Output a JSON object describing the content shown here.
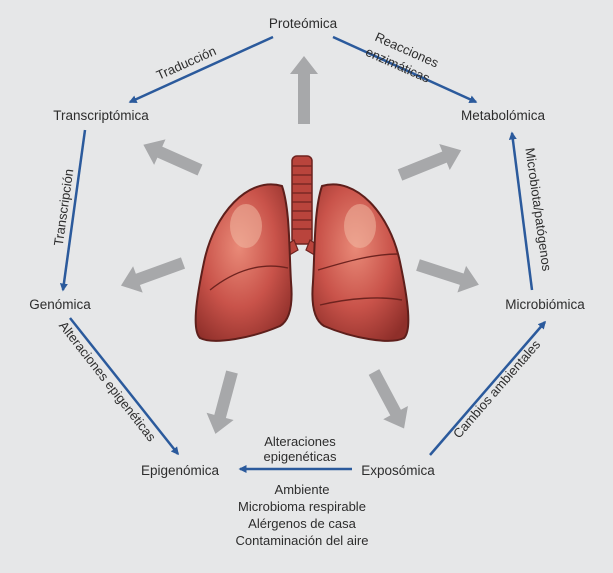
{
  "colors": {
    "background": "#e6e7e8",
    "edge": "#2b5a9c",
    "radial_arrow": "#a7a8aa",
    "lung_fill": "#c9534a",
    "lung_shade": "#8f2f2a",
    "lung_highlight": "#f0b8a2",
    "trachea": "#b9443c",
    "text": "#2d2d2d"
  },
  "center_icon": "lungs-icon",
  "nodes": {
    "proteomica": "Proteómica",
    "metabolomica": "Metabolómica",
    "transcriptomica": "Transcriptómica",
    "genomica": "Genómica",
    "microbiomica": "Microbiómica",
    "epigenomica": "Epigenómica",
    "exposomica": "Exposómica"
  },
  "edges": {
    "traduccion": "Traducción",
    "reacciones_1": "Reacciones",
    "reacciones_2": "enzimáticas",
    "transcripcion": "Transcripción",
    "microbiota": "Microbiota/patógenos",
    "alteraciones_epi_diag": "Alteraciones epigenéticas",
    "cambios_ambientales": "Cambios ambientales",
    "alteraciones_1": "Alteraciones",
    "alteraciones_2": "epigenéticas"
  },
  "exposome_factors": [
    "Ambiente",
    "Microbioma respirable",
    "Alérgenos de casa",
    "Contaminación del aire"
  ]
}
